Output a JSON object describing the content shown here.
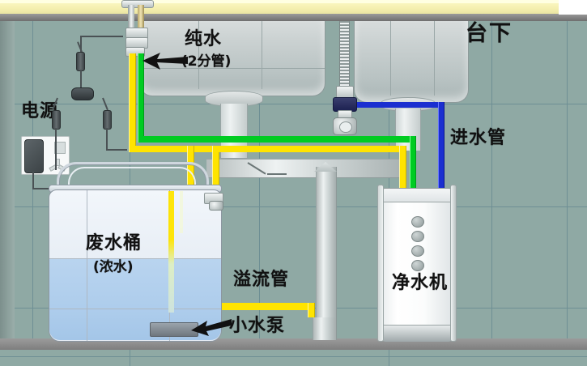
{
  "diagram": {
    "title_area": "台下",
    "labels": {
      "under_counter": "台下",
      "pure_water": "纯水",
      "pure_water_sub": "(2分管)",
      "power": "电源",
      "inlet_pipe": "进水管",
      "waste_bucket": "废水桶",
      "waste_bucket_sub": "(浓水)",
      "overflow_pipe": "溢流管",
      "small_pump": "小水泵",
      "purifier": "净水机"
    },
    "colors": {
      "wall": "#8fa9a4",
      "tile_line": "#6e8f94",
      "counter": "#f5f0b0",
      "counter_edge": "#7f7f7f",
      "pure_water_tube": "#ffe400",
      "waste_tube": "#00cc22",
      "inlet_tube": "#1b2fd0",
      "bucket_water": "#aecdec",
      "metal": "#cfd6d6"
    },
    "components": {
      "faucet": "goose-neck pure water faucet",
      "sink_basins": 2,
      "purifier_leds": 4,
      "purifier_inlets": [
        "yellow",
        "green",
        "blue"
      ],
      "socket_label": "wall power socket with adapter"
    }
  }
}
